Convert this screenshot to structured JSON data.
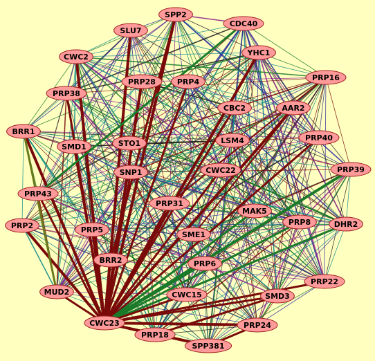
{
  "colors": {
    "background": "#ffffc0",
    "node_fill": "#ff9a9a",
    "node_stroke": "#a02020",
    "edge_palette": [
      "#0a8a8a",
      "#1a7a2a",
      "#2a2a9a",
      "#8a1a8a",
      "#7a0a0a",
      "#202020"
    ]
  },
  "nodes": [
    {
      "id": "SPP2",
      "label": "SPP2"
    },
    {
      "id": "CDC40",
      "label": "CDC40"
    },
    {
      "id": "SLU7",
      "label": "SLU7"
    },
    {
      "id": "YHC1",
      "label": "YHC1"
    },
    {
      "id": "CWC2",
      "label": "CWC2"
    },
    {
      "id": "PRP16",
      "label": "PRP16"
    },
    {
      "id": "PRP28",
      "label": "PRP28"
    },
    {
      "id": "PRP4",
      "label": "PRP4"
    },
    {
      "id": "PRP38",
      "label": "PRP38"
    },
    {
      "id": "AAR2",
      "label": "AAR2"
    },
    {
      "id": "CBC2",
      "label": "CBC2"
    },
    {
      "id": "BRR1",
      "label": "BRR1"
    },
    {
      "id": "PRP40",
      "label": "PRP40"
    },
    {
      "id": "SMD1",
      "label": "SMD1"
    },
    {
      "id": "STO1",
      "label": "STO1"
    },
    {
      "id": "LSM4",
      "label": "LSM4"
    },
    {
      "id": "CWC22",
      "label": "CWC22"
    },
    {
      "id": "PRP39",
      "label": "PRP39"
    },
    {
      "id": "SNP1",
      "label": "SNP1"
    },
    {
      "id": "PRP43",
      "label": "PRP43"
    },
    {
      "id": "PRP31",
      "label": "PRP31"
    },
    {
      "id": "MAK5",
      "label": "MAK5"
    },
    {
      "id": "PRP2",
      "label": "PRP2"
    },
    {
      "id": "PRP5",
      "label": "PRP5"
    },
    {
      "id": "PRP8",
      "label": "PRP8"
    },
    {
      "id": "DHR2",
      "label": "DHR2"
    },
    {
      "id": "SME1",
      "label": "SME1"
    },
    {
      "id": "BRR2",
      "label": "BRR2"
    },
    {
      "id": "PRP6",
      "label": "PRP6"
    },
    {
      "id": "PRP22",
      "label": "PRP22"
    },
    {
      "id": "MUD2",
      "label": "MUD2"
    },
    {
      "id": "CWC15",
      "label": "CWC15"
    },
    {
      "id": "SMD3",
      "label": "SMD3"
    },
    {
      "id": "CWC23",
      "label": "CWC23"
    },
    {
      "id": "PRP24",
      "label": "PRP24"
    },
    {
      "id": "PRP18",
      "label": "PRP18"
    },
    {
      "id": "SPP381",
      "label": "SPP381"
    }
  ],
  "heavy_edges": [
    {
      "source": "CWC23",
      "target": "SPP2",
      "color": "#7a0a0a",
      "weight": 4
    },
    {
      "source": "CWC23",
      "target": "SLU7",
      "color": "#7a0a0a",
      "weight": 4
    },
    {
      "source": "CWC23",
      "target": "CWC2",
      "color": "#7a0a0a",
      "weight": 4
    },
    {
      "source": "CWC23",
      "target": "PRP38",
      "color": "#7a0a0a",
      "weight": 3
    },
    {
      "source": "CWC23",
      "target": "BRR1",
      "color": "#7a0a0a",
      "weight": 4
    },
    {
      "source": "CWC23",
      "target": "SMD1",
      "color": "#7a0a0a",
      "weight": 3
    },
    {
      "source": "CWC23",
      "target": "PRP43",
      "color": "#7a0a0a",
      "weight": 3
    },
    {
      "source": "CWC23",
      "target": "PRP2",
      "color": "#7a0a0a",
      "weight": 4
    },
    {
      "source": "CWC23",
      "target": "MUD2",
      "color": "#7a0a0a",
      "weight": 3
    },
    {
      "source": "CWC23",
      "target": "PRP5",
      "color": "#7a0a0a",
      "weight": 3
    },
    {
      "source": "CWC23",
      "target": "BRR2",
      "color": "#7a0a0a",
      "weight": 3
    },
    {
      "source": "CWC23",
      "target": "PRP28",
      "color": "#7a0a0a",
      "weight": 4
    },
    {
      "source": "CWC23",
      "target": "PRP4",
      "color": "#7a0a0a",
      "weight": 3
    },
    {
      "source": "CWC23",
      "target": "CBC2",
      "color": "#7a0a0a",
      "weight": 3
    },
    {
      "source": "CWC23",
      "target": "YHC1",
      "color": "#7a0a0a",
      "weight": 4
    },
    {
      "source": "CWC23",
      "target": "AAR2",
      "color": "#7a0a0a",
      "weight": 4
    },
    {
      "source": "CWC23",
      "target": "PRP40",
      "color": "#7a0a0a",
      "weight": 3
    },
    {
      "source": "CWC23",
      "target": "CWC22",
      "color": "#7a0a0a",
      "weight": 3
    },
    {
      "source": "CWC23",
      "target": "PRP31",
      "color": "#7a0a0a",
      "weight": 3
    },
    {
      "source": "CWC23",
      "target": "SNP1",
      "color": "#7a0a0a",
      "weight": 3
    },
    {
      "source": "CWC23",
      "target": "PRP39",
      "color": "#1a7a2a",
      "weight": 4
    },
    {
      "source": "CWC23",
      "target": "DHR2",
      "color": "#1a7a2a",
      "weight": 3
    },
    {
      "source": "CWC23",
      "target": "PRP8",
      "color": "#1a7a2a",
      "weight": 3
    },
    {
      "source": "CWC23",
      "target": "MAK5",
      "color": "#1a7a2a",
      "weight": 3
    },
    {
      "source": "CWC23",
      "target": "PRP22",
      "color": "#7a0a0a",
      "weight": 3
    },
    {
      "source": "CWC23",
      "target": "SMD3",
      "color": "#7a0a0a",
      "weight": 3
    },
    {
      "source": "CWC23",
      "target": "PRP24",
      "color": "#7a0a0a",
      "weight": 4
    },
    {
      "source": "CWC23",
      "target": "SPP381",
      "color": "#7a0a0a",
      "weight": 4
    },
    {
      "source": "CWC23",
      "target": "PRP18",
      "color": "#7a0a0a",
      "weight": 3
    },
    {
      "source": "CWC23",
      "target": "CWC15",
      "color": "#7a0a0a",
      "weight": 3
    },
    {
      "source": "CWC23",
      "target": "PRP6",
      "color": "#1a7a2a",
      "weight": 3
    },
    {
      "source": "CDC40",
      "target": "PRP43",
      "color": "#1a7a2a",
      "weight": 3
    },
    {
      "source": "BRR1",
      "target": "MUD2",
      "color": "#6a7a1a",
      "weight": 3
    },
    {
      "source": "PRP18",
      "target": "SMD3",
      "color": "#7a0a0a",
      "weight": 3
    },
    {
      "source": "SPP381",
      "target": "PRP24",
      "color": "#7a0a0a",
      "weight": 3
    },
    {
      "source": "SPP2",
      "target": "BRR2",
      "color": "#7a0a0a",
      "weight": 3
    },
    {
      "source": "PRP16",
      "target": "PRP31",
      "color": "#7a0a0a",
      "weight": 2
    },
    {
      "source": "CWC22",
      "target": "DHR2",
      "color": "#1a7a2a",
      "weight": 2
    },
    {
      "source": "AAR2",
      "target": "SME1",
      "color": "#7a0a0a",
      "weight": 2
    }
  ]
}
